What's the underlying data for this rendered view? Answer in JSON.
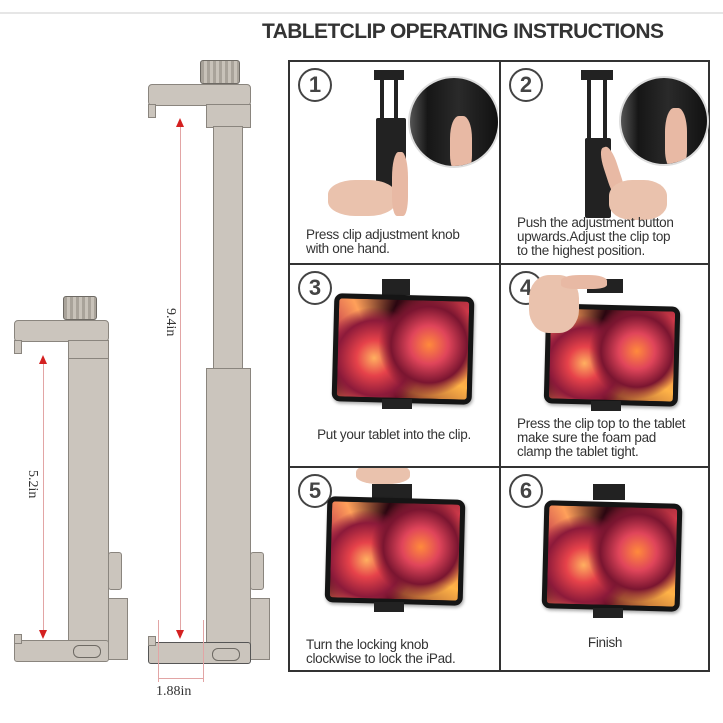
{
  "title": "TABLETCLIP OPERATING INSTRUCTIONS",
  "dimensions": {
    "extended_height": "9.4in",
    "collapsed_height": "5.2in",
    "depth": "1.88in"
  },
  "steps": [
    {
      "number": "1",
      "caption_lines": [
        "Press clip adjustment knob",
        "with one hand."
      ]
    },
    {
      "number": "2",
      "caption_lines": [
        "Push the adjustment button",
        "upwards.Adjust the clip top",
        "to the highest position."
      ]
    },
    {
      "number": "3",
      "caption_lines": [
        "Put your tablet into the clip."
      ]
    },
    {
      "number": "4",
      "caption_lines": [
        "Press the clip top to the tablet",
        "make sure the foam pad",
        "clamp the tablet tight."
      ]
    },
    {
      "number": "5",
      "caption_lines": [
        "Turn the locking knob",
        "clockwise to lock the iPad."
      ]
    },
    {
      "number": "6",
      "caption_lines": [
        "Finish"
      ]
    }
  ],
  "colors": {
    "title": "#333333",
    "border": "#333333",
    "dimension_arrow": "#d42020",
    "device_body": "#cbc5bd"
  }
}
